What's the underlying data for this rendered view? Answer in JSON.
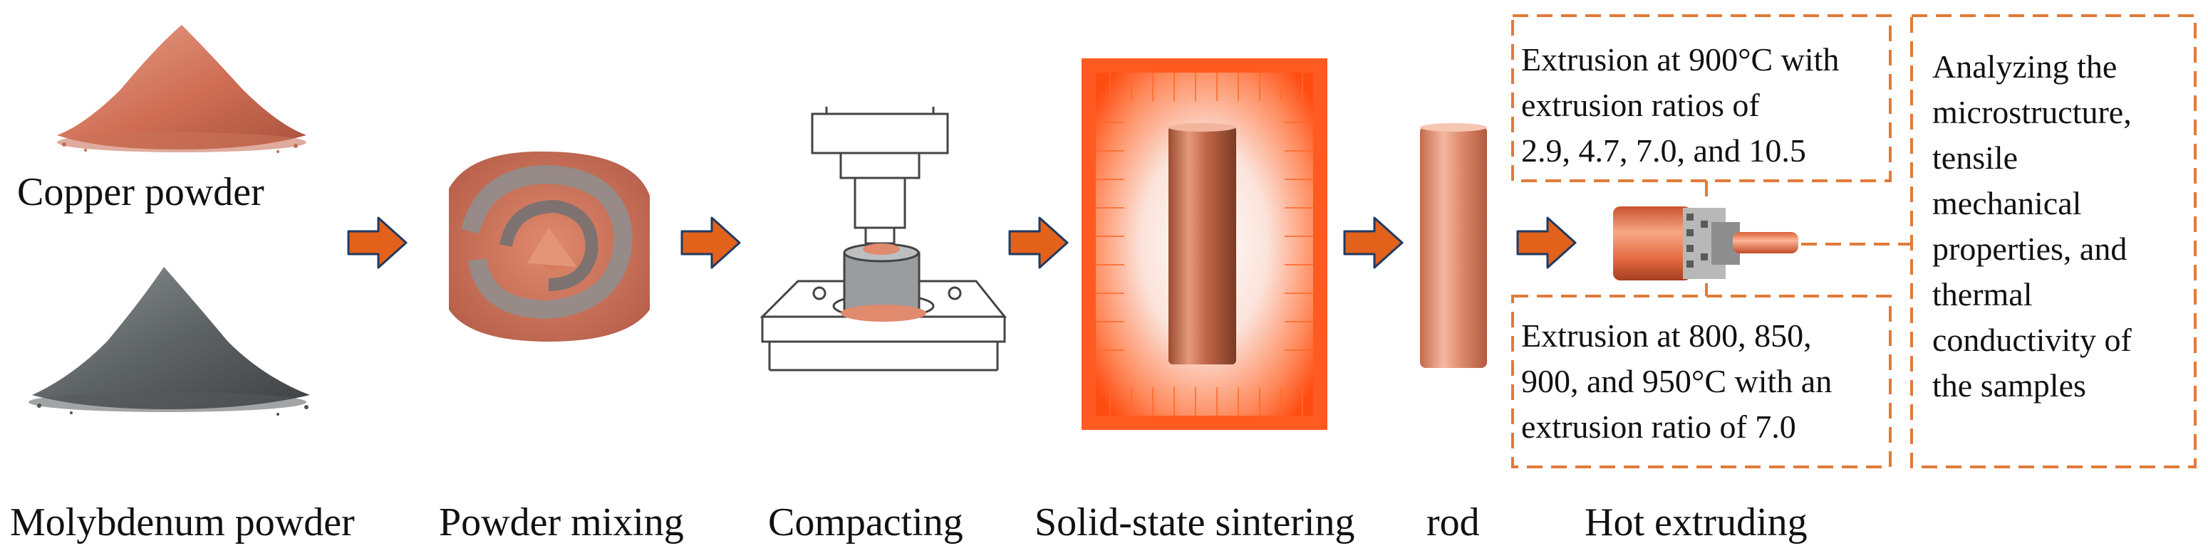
{
  "steps": {
    "copper_powder": "Copper powder",
    "molybdenum_powder": "Molybdenum powder",
    "powder_mixing": "Powder mixing",
    "compacting": "Compacting",
    "sintering": "Solid-state sintering",
    "rod": "rod",
    "hot_extruding": "Hot extruding"
  },
  "boxes": {
    "extrusion_900": [
      "Extrusion at 900°C with",
      "extrusion ratios of",
      "2.9, 4.7, 7.0, and 10.5"
    ],
    "extrusion_temps": [
      "Extrusion at 800, 850,",
      "900, and 950°C with an",
      "extrusion ratio of 7.0"
    ],
    "analysis": [
      "Analyzing the",
      "microstructure,",
      "tensile",
      "mechanical",
      "properties, and",
      "thermal",
      "conductivity of",
      "the samples"
    ]
  },
  "colors": {
    "copper": "#d9785a",
    "arrow_fill": "#e2621b",
    "arrow_stroke": "#1f3b63",
    "dashed_border": "#e07b39",
    "furnace": "#ff5a1f"
  }
}
